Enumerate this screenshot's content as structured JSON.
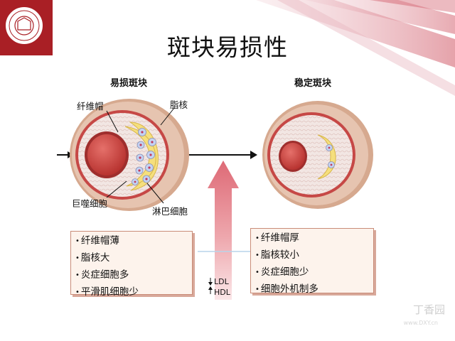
{
  "title": "斑块易损性",
  "vulnerable": {
    "heading": "易损斑块",
    "labels": {
      "fibrous_cap": "纤维帽",
      "lipid_core": "脂核",
      "macrophage": "巨噬细胞",
      "lymphocyte": "淋巴细胞"
    },
    "features": [
      "纤维帽薄",
      "脂核大",
      "炎症细胞多",
      "平滑肌细胞少"
    ]
  },
  "stable": {
    "heading": "稳定斑块",
    "features": [
      "纤维帽厚",
      "脂核较小",
      "炎症细胞少",
      "细胞外机制多"
    ]
  },
  "lipid_labels": {
    "ldl": "LDL",
    "hdl": "HDL"
  },
  "watermark": {
    "brand": "丁香园",
    "url": "www.DXY.cn"
  },
  "colors": {
    "outer_wall": "#e0bba5",
    "media_ring": "#c84a48",
    "intima": "#f0e6e6",
    "lumen": "#c73a35",
    "lipid_core": "#f5df7d",
    "cell": "#c3d3f3",
    "big_arrow": "#e0707c",
    "box_bg": "#fdf3ec",
    "box_border": "#c98c78"
  }
}
